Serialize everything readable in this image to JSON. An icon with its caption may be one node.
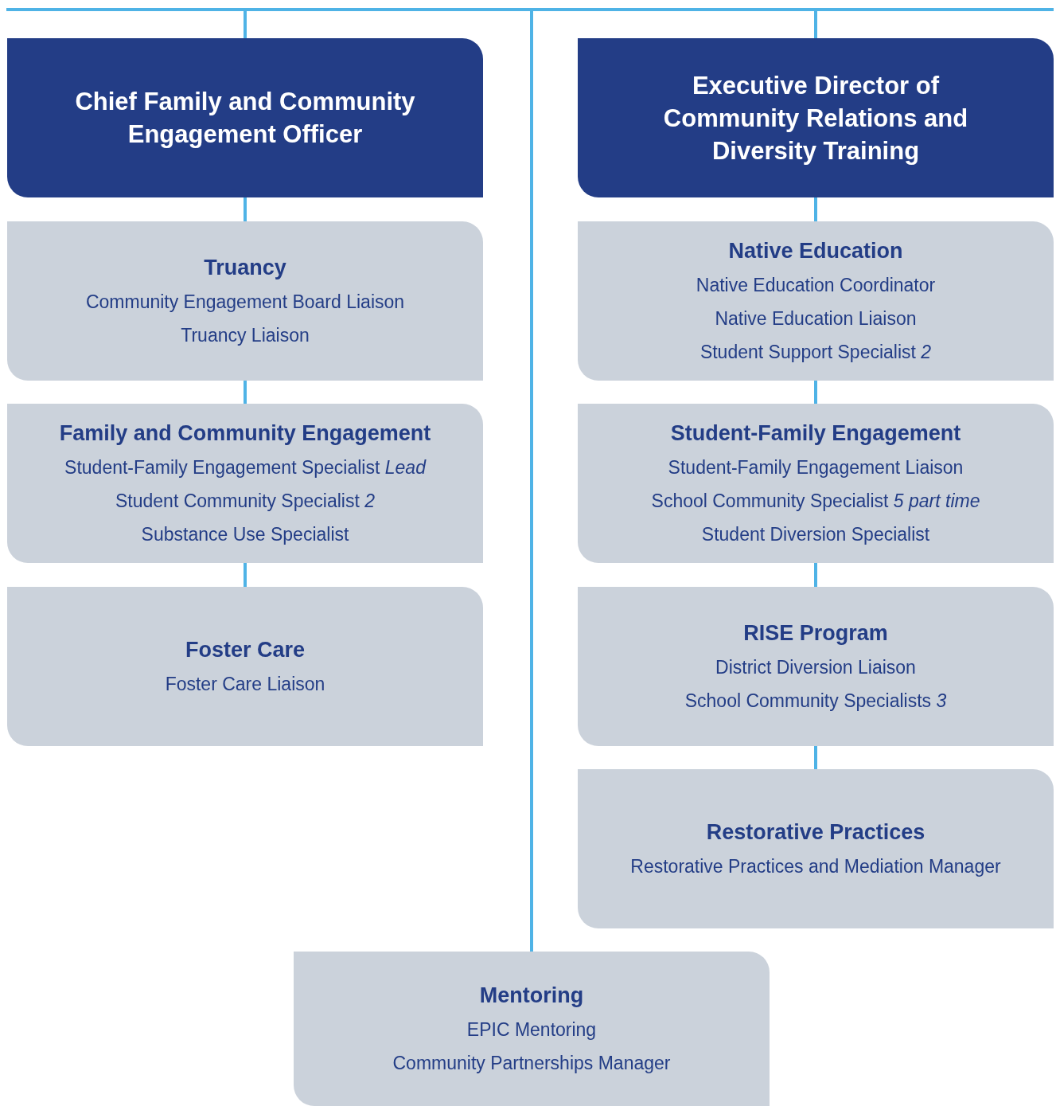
{
  "diagram": {
    "nodes": [
      {
        "text": [
          "Chief Family and Community Engagement Officer"
        ]
      },
      {
        "text": [
          "Truancy",
          "Community Engagement Board Liaison",
          "Truancy Liaison"
        ]
      },
      {
        "text": [
          "Family and Community Engagement",
          "Student-Family Engagement Specialist *Lead*",
          "Student Community Specialist *2*",
          "Substance Use Specialist"
        ]
      },
      {
        "text": [
          "Foster Care",
          "Foster Care Liaison"
        ]
      },
      {
        "text": [
          "Executive Director of Community Relations and Diversity Training"
        ]
      },
      {
        "text": [
          "Native Education",
          "Native Education Coordinator",
          "Native Education Liaison",
          "Student Support Specialist *2*"
        ]
      },
      {
        "text": [
          "Student-Family Engagement",
          "Student-Family Engagement Liaison",
          "School Community Specialist *5 part time*",
          "Student Diversion Specialist"
        ]
      },
      {
        "text": [
          "RISE Program",
          "District Diversion Liaison",
          "School Community Specialists *3*"
        ]
      },
      {
        "text": [
          "Restorative Practices",
          "Restorative Practices and Mediation Manager"
        ]
      },
      {
        "text": [
          "Mentoring",
          "EPIC Mentoring",
          "Community Partnerships Manager"
        ]
      }
    ],
    "edges": [
      {
        "from": null,
        "to": 0,
        "arrow": "none"
      },
      {
        "from": 0,
        "to": 1,
        "arrow": "none"
      },
      {
        "from": 1,
        "to": 2,
        "arrow": "none"
      },
      {
        "from": 2,
        "to": 3,
        "arrow": "none"
      },
      {
        "from": null,
        "to": 4,
        "arrow": "none"
      },
      {
        "from": 4,
        "to": 5,
        "arrow": "none"
      },
      {
        "from": 5,
        "to": 6,
        "arrow": "none"
      },
      {
        "from": 6,
        "to": 7,
        "arrow": "none"
      },
      {
        "from": 7,
        "to": 8,
        "arrow": "none"
      },
      {
        "from": null,
        "to": 9,
        "arrow": "none"
      }
    ]
  }
}
